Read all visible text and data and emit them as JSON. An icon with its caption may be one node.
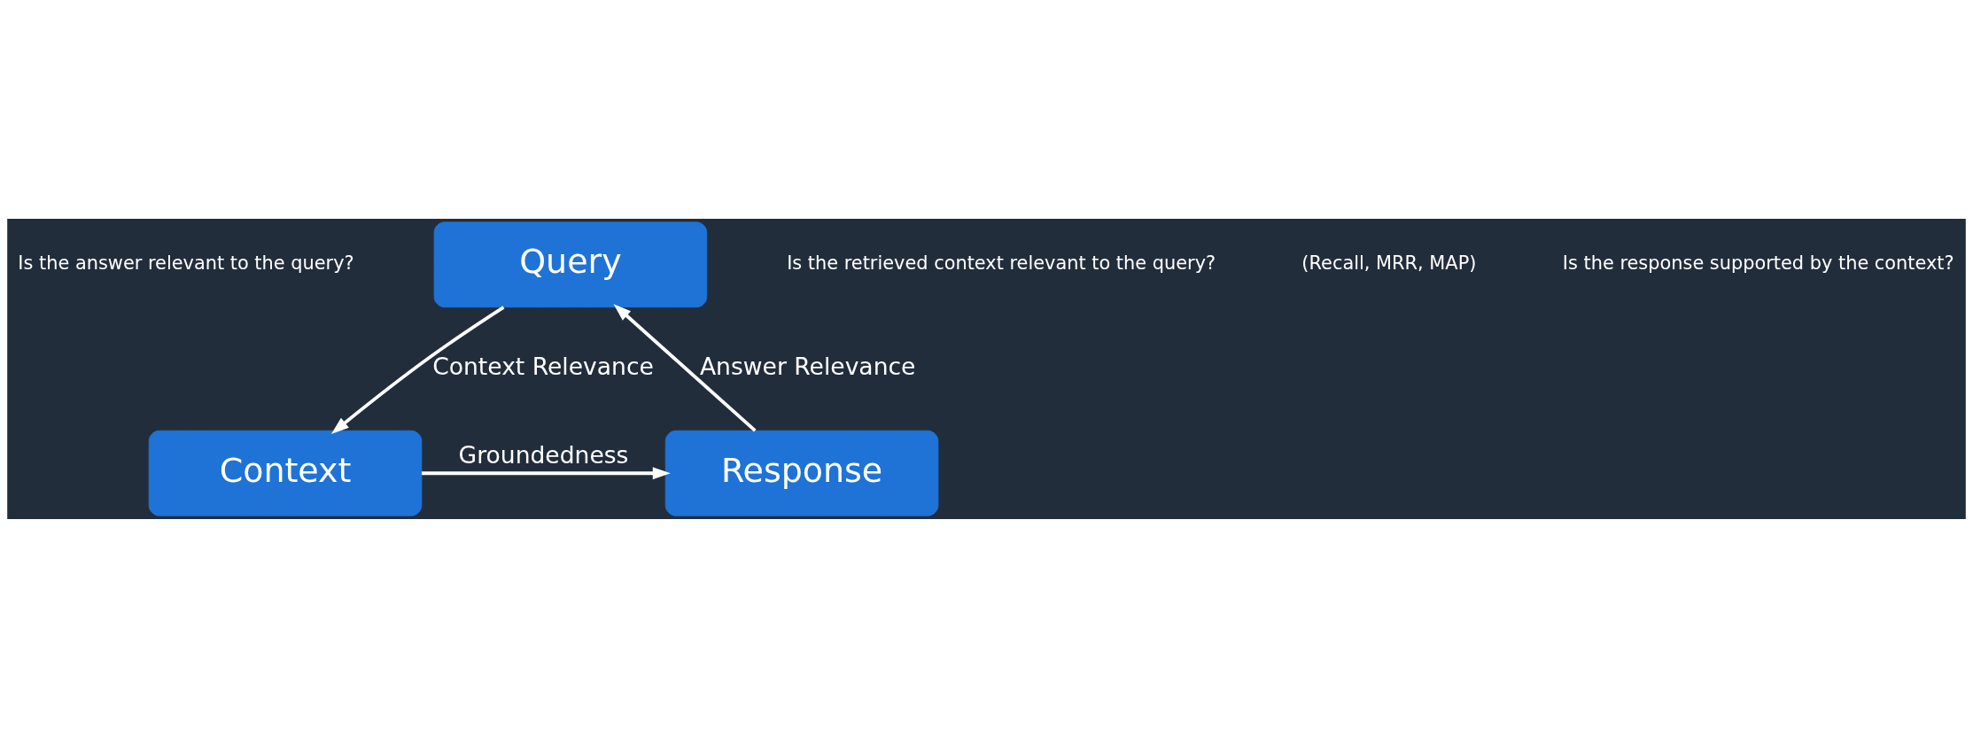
{
  "diagram": {
    "nodes": [
      {
        "text": [
          "Query"
        ]
      },
      {
        "text": [
          "Response"
        ]
      },
      {
        "text": [
          "Context"
        ]
      }
    ],
    "edges": [
      {
        "from": 0,
        "to": 2,
        "arrow": "to",
        "label": "Context Relevance"
      },
      {
        "from": 2,
        "to": 1,
        "arrow": "to",
        "label": "Groundedness"
      },
      {
        "from": 1,
        "to": 0,
        "arrow": "to",
        "label": "Answer Relevance"
      }
    ],
    "labels": [
      "Is the answer relevant to the query?",
      "Is the retrieved context relevant to the query?",
      "(Recall, MRR, MAP)",
      "Is the response supported by the context?"
    ]
  }
}
